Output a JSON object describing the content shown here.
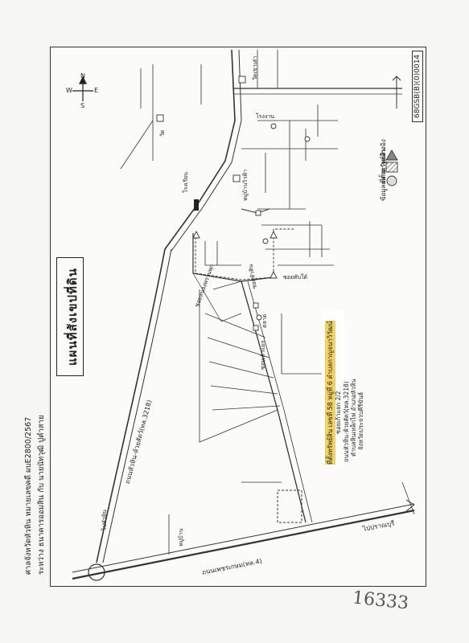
{
  "map": {
    "title": "แผนที่สังเขปที่ดิน",
    "doc_code": "68GSB(B)(0)0014",
    "header_line1": "ศาลจังหวัดหัวหิน หมายเลขคดี ผบE2800/2567",
    "header_line2": "ระหว่าง ธนาคารออมสิน กับ นายนัทวุฒิ ปูคำสาย",
    "info": {
      "line1": "ที่ตั้งทรัพย์สิน เลขที่ 58 หมู่ที่ 6 ตำบลกาญจนาวิวัฒน์",
      "line2": "ซอยเก้าแยก 2/2",
      "line3": "ถนนหัวหิน-ห้วยสัตว์(ทล.3218)",
      "line4": "ตำบลหินเหล็กไฟ อำเภอหัวหิน",
      "line5": "จังหวัดประจวบคีรีขันธ์"
    },
    "legend": {
      "site": "ที่ตั้งทรัพย์สิน",
      "landmark": "จุดอ้างอิง",
      "other": "ข้อมูลตลาด"
    },
    "labels": {
      "main_road": "ถนนเพชรเกษม(ทล.4)",
      "road_3218": "ถนนหัวหิน-ห้วยสัตว์(ทล.3218)",
      "to_pranburi": "ไปปราณบุรี",
      "to_huahin": "ไปหัวหิน",
      "school": "โรงเรียน",
      "temple": "วัด",
      "village": "หมู่บ้าน",
      "soi_1": "ซอยเก้าแยก",
      "soi_2": "ซอยหัวหิน",
      "soi_3": "ซอยทับใต้",
      "soi_4": "ซอยหนองพรานพุก",
      "market": "ตลาด",
      "factory": "โรงงาน",
      "temple_2": "วัดเขาเต่า",
      "village_2": "หมู่บ้านวิวฟ้า"
    },
    "compass": {
      "n": "N",
      "s": "S",
      "e": "E",
      "w": "W"
    }
  },
  "annotation": {
    "handwritten_number": "16333"
  }
}
